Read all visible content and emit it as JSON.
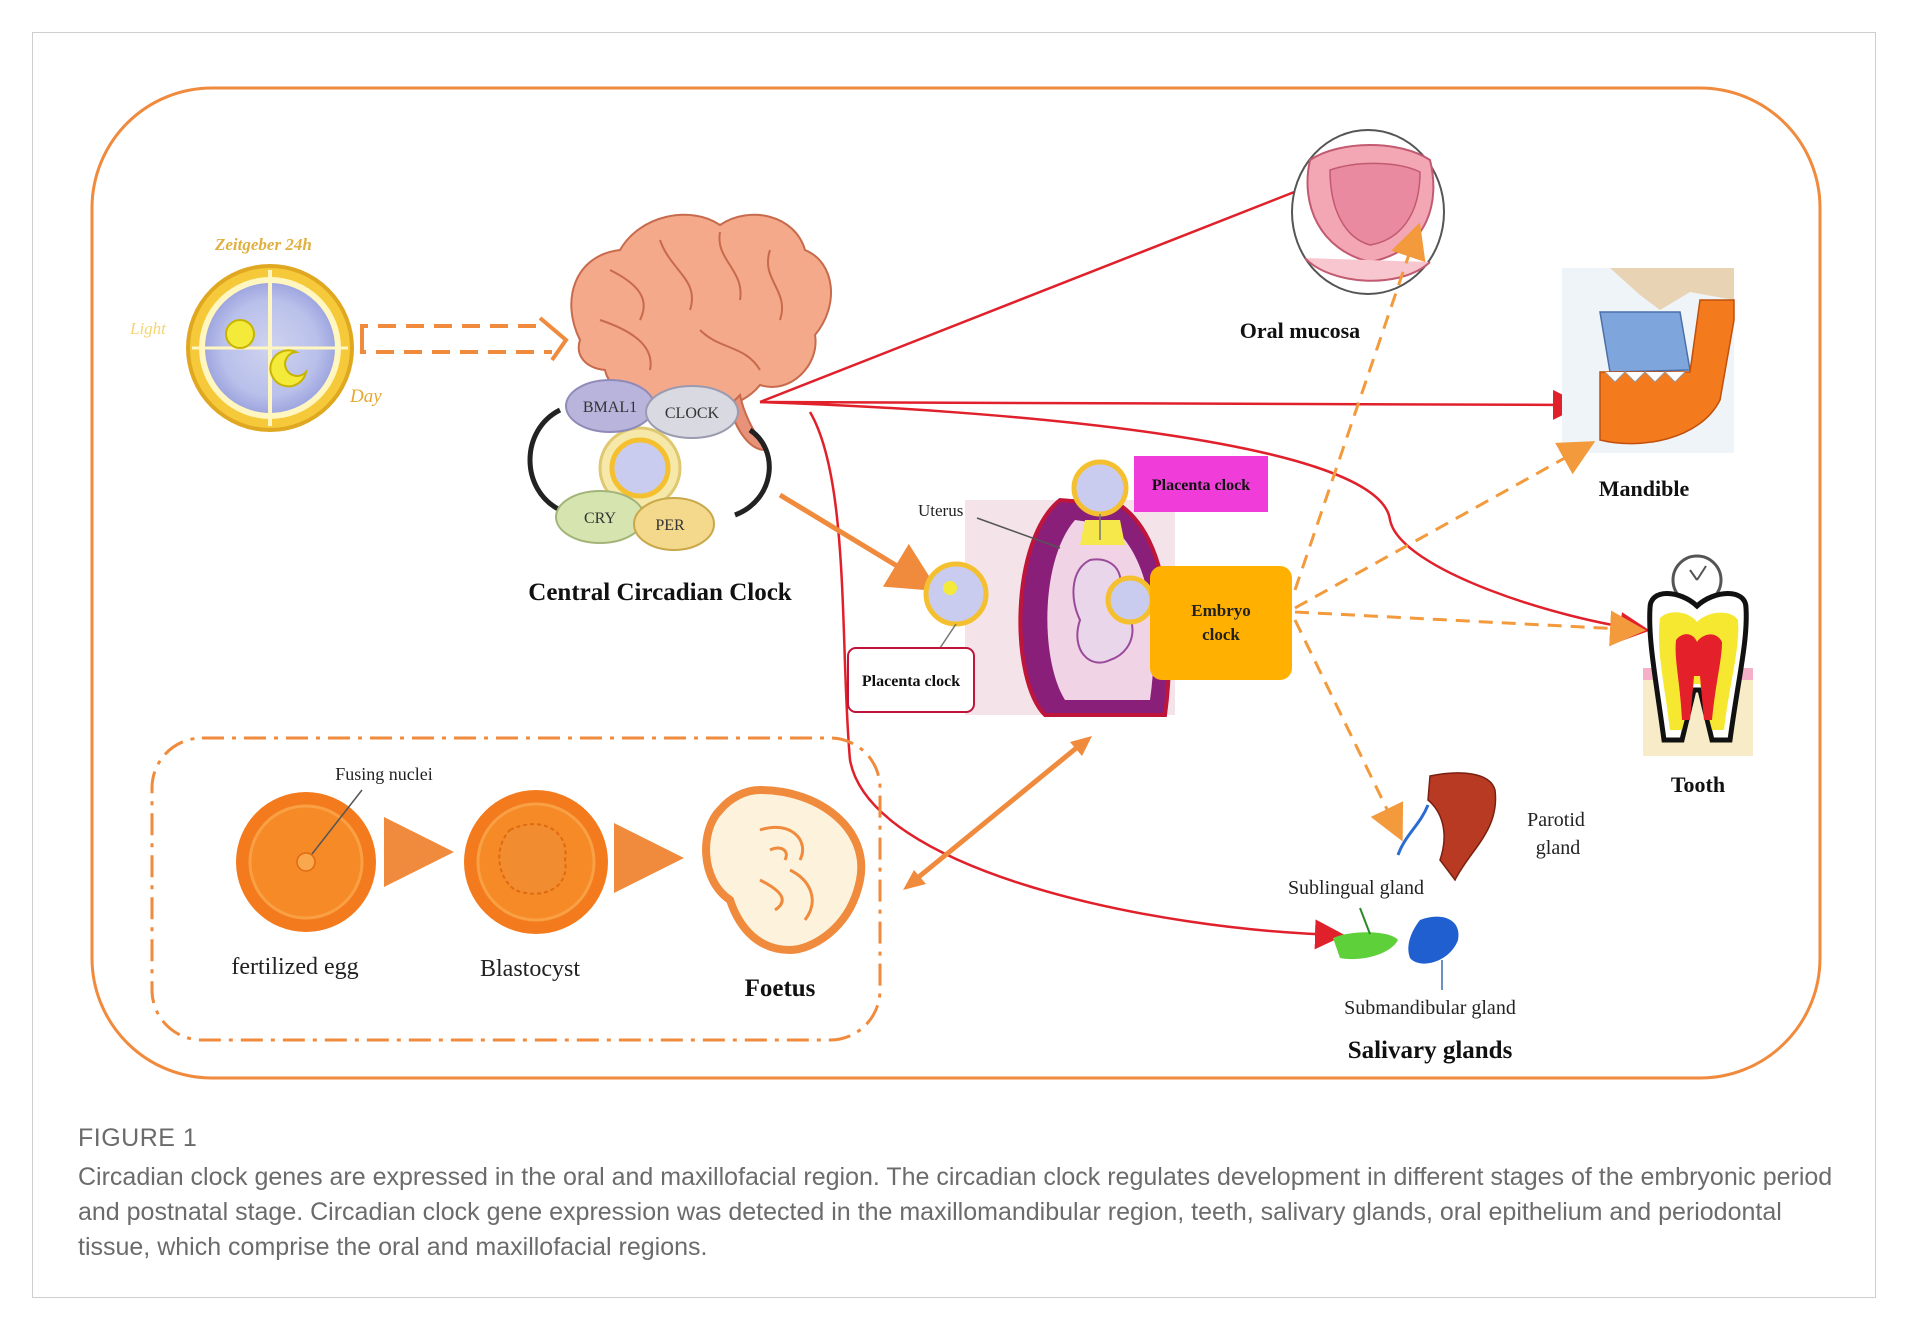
{
  "diagram": {
    "zeitgeber": "Zeitgeber 24h",
    "light": "Light",
    "day": "Day",
    "bmal1": "BMAL1",
    "clock": "CLOCK",
    "cry": "CRY",
    "per": "PER",
    "central_clock": "Central Circadian Clock",
    "oral_mucosa": "Oral mucosa",
    "mandible": "Mandible",
    "tooth": "Tooth",
    "uterus": "Uterus",
    "placenta_clock_top": "Placenta clock",
    "placenta_clock_bottom": "Placenta clock",
    "embryo_clock": [
      "Embryo",
      "clock"
    ],
    "fusing_nuclei": "Fusing nuclei",
    "fertilized_egg": "fertilized egg",
    "blastocyst": "Blastocyst",
    "foetus": "Foetus",
    "parotid_gland": [
      "Parotid",
      "gland"
    ],
    "sublingual_gland": "Sublingual gland",
    "submandibular_gland": "Submandibular gland",
    "salivary_glands": "Salivary glands"
  },
  "caption": {
    "title": "FIGURE 1",
    "text": "Circadian clock genes are expressed in the oral and maxillofacial region. The circadian clock regulates development in different stages of the embryonic period and postnatal stage. Circadian clock gene expression was detected in the maxillomandibular region, teeth, salivary glands, oral epithelium and periodontal tissue, which comprise the oral and maxillofacial regions."
  },
  "colors": {
    "border_orange": "#f08a3c",
    "arrow_red": "#e0202a",
    "arrow_orange": "#f29a3c",
    "embryo_box": "#ffb000",
    "placenta_magenta": "#f03cd8"
  }
}
